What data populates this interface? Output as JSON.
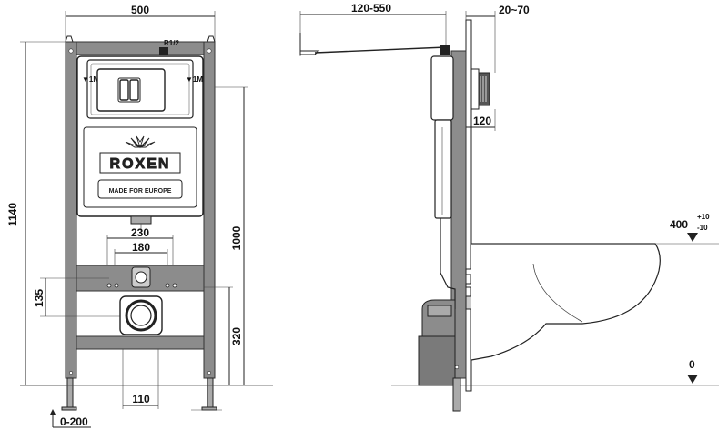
{
  "front_view": {
    "width_dim": "500",
    "height_dim": "1140",
    "inner_height_dim": "1000",
    "water_inlet_label": "R1/2",
    "side_mark_left": "▼1M",
    "side_mark_right": "▼1M",
    "spacing_230": "230",
    "spacing_180": "180",
    "spacing_135": "135",
    "spacing_320": "320",
    "spacing_110": "110",
    "leg_adjust": "0-200",
    "brand": "ROXEN",
    "brand_tagline": "MADE FOR EUROPE"
  },
  "side_view": {
    "depth_dim": "120-550",
    "wall_dim": "20~70",
    "offset_dim": "120",
    "bowl_height": "400",
    "bowl_tol_plus": "+10",
    "bowl_tol_minus": "-10",
    "floor_level": "0"
  },
  "colors": {
    "frame": "#8c8c8c",
    "frame_dark": "#555555",
    "line": "#222222"
  }
}
